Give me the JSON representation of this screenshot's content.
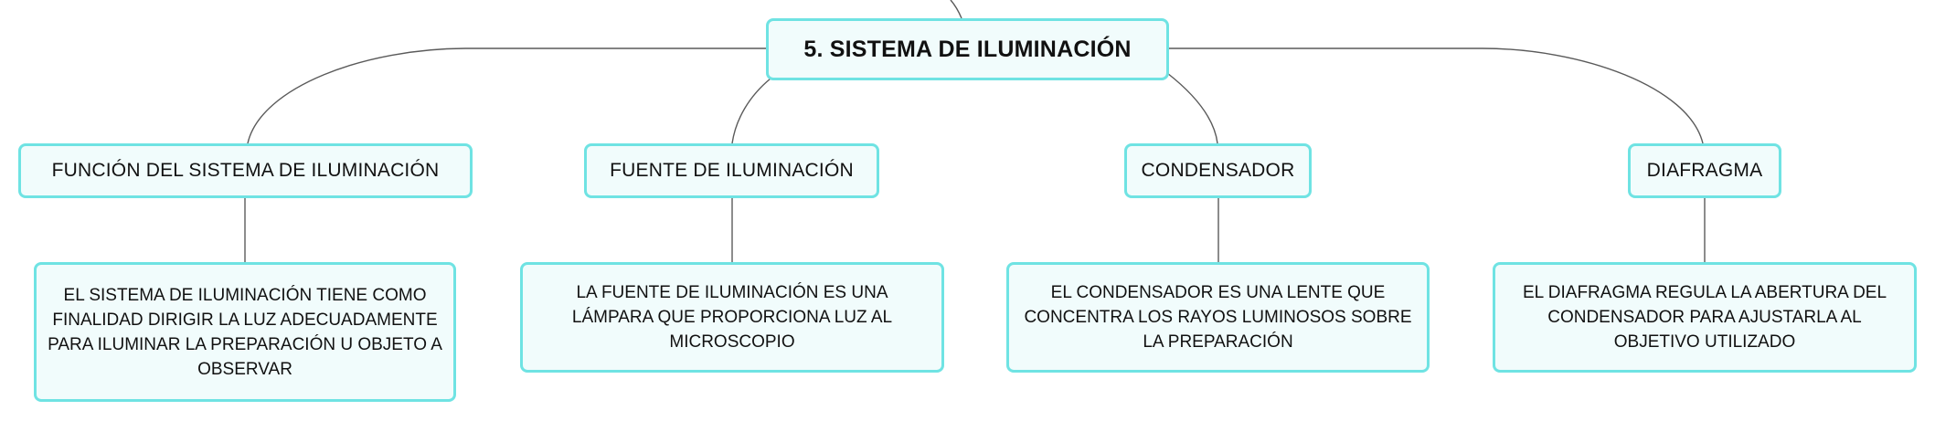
{
  "diagram": {
    "type": "mind-map",
    "root": {
      "label": "5. SISTEMA DE ILUMINACIÓN"
    },
    "branches": [
      {
        "label": "FUNCIÓN DEL SISTEMA DE ILUMINACIÓN",
        "detail": "EL SISTEMA DE ILUMINACIÓN TIENE COMO FINALIDAD DIRIGIR LA LUZ ADECUADAMENTE PARA ILUMINAR LA PREPARACIÓN U OBJETO A OBSERVAR"
      },
      {
        "label": "FUENTE DE ILUMINACIÓN",
        "detail": "LA FUENTE DE ILUMINACIÓN ES UNA LÁMPARA QUE PROPORCIONA LUZ AL MICROSCOPIO"
      },
      {
        "label": "CONDENSADOR",
        "detail": "EL CONDENSADOR ES UNA LENTE QUE CONCENTRA LOS RAYOS LUMINOSOS SOBRE LA PREPARACIÓN"
      },
      {
        "label": "DIAFRAGMA",
        "detail": "EL DIAFRAGMA REGULA LA ABERTURA DEL CONDENSADOR PARA AJUSTARLA AL OBJETIVO UTILIZADO"
      }
    ],
    "colors": {
      "node_fill": "#f1fcfc",
      "node_border": "#6fe3e3",
      "connector": "#5a5a5a",
      "text": "#111111"
    }
  }
}
